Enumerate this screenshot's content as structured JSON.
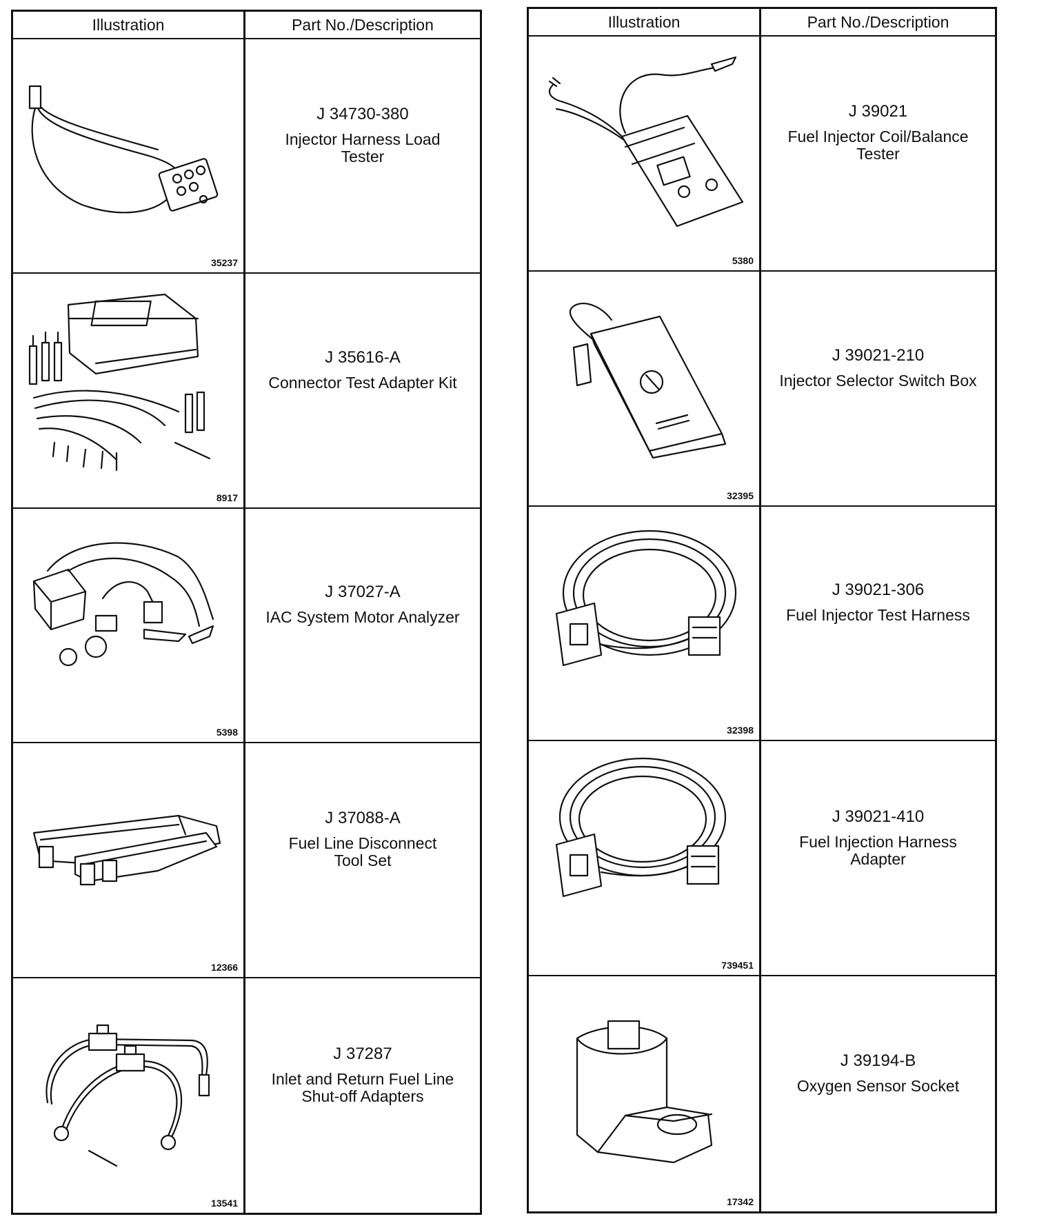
{
  "header": {
    "illustration": "Illustration",
    "part_desc": "Part No./Description"
  },
  "left": [
    {
      "part_no": "J 34730-380",
      "description": "Injector Harness Load\nTester",
      "figure": "35237",
      "icon": "load-tester-icon"
    },
    {
      "part_no": "J 35616-A",
      "description": "Connector Test Adapter Kit",
      "figure": "8917",
      "icon": "adapter-kit-icon"
    },
    {
      "part_no": "J 37027-A",
      "description": "IAC System Motor Analyzer",
      "figure": "5398",
      "icon": "motor-analyzer-icon"
    },
    {
      "part_no": "J 37088-A",
      "description": "Fuel Line Disconnect\nTool Set",
      "figure": "12366",
      "icon": "disconnect-tool-icon"
    },
    {
      "part_no": "J 37287",
      "description": "Inlet and Return Fuel Line\nShut-off Adapters",
      "figure": "13541",
      "icon": "shutoff-adapter-icon"
    }
  ],
  "right": [
    {
      "part_no": "J 39021",
      "description": "Fuel Injector Coil/Balance\nTester",
      "figure": "5380",
      "icon": "balance-tester-icon"
    },
    {
      "part_no": "J 39021-210",
      "description": "Injector Selector Switch Box",
      "figure": "32395",
      "icon": "switch-box-icon"
    },
    {
      "part_no": "J 39021-306",
      "description": "Fuel Injector Test Harness",
      "figure": "32398",
      "icon": "test-harness-icon"
    },
    {
      "part_no": "J 39021-410",
      "description": "Fuel Injection Harness\nAdapter",
      "figure": "739451",
      "icon": "harness-adapter-icon"
    },
    {
      "part_no": "J 39194-B",
      "description": "Oxygen Sensor Socket",
      "figure": "17342",
      "icon": "sensor-socket-icon"
    }
  ]
}
